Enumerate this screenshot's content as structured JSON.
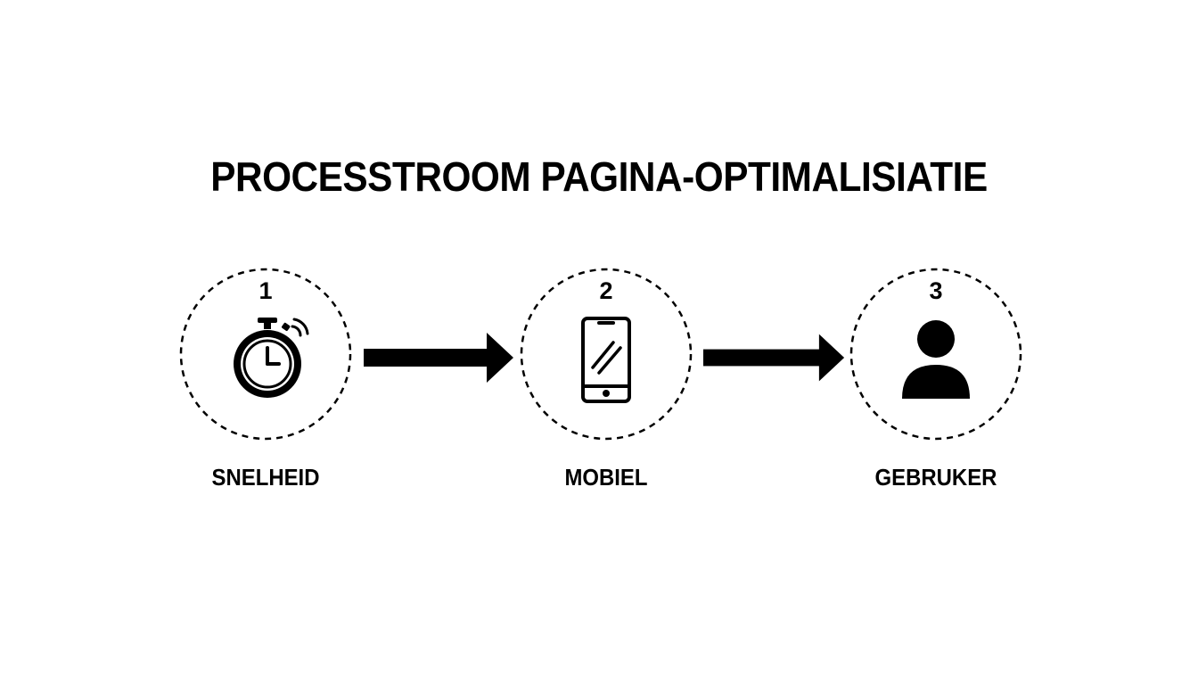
{
  "title": "PROCESSTROOM PAGINA-OPTIMALISIATIE",
  "steps": [
    {
      "number": "1",
      "label": "SNELHEID",
      "icon": "stopwatch-icon"
    },
    {
      "number": "2",
      "label": "MOBIEL",
      "icon": "smartphone-icon"
    },
    {
      "number": "3",
      "label": "GEBRUKER",
      "icon": "user-icon"
    }
  ],
  "colors": {
    "background": "#ffffff",
    "foreground": "#000000"
  }
}
